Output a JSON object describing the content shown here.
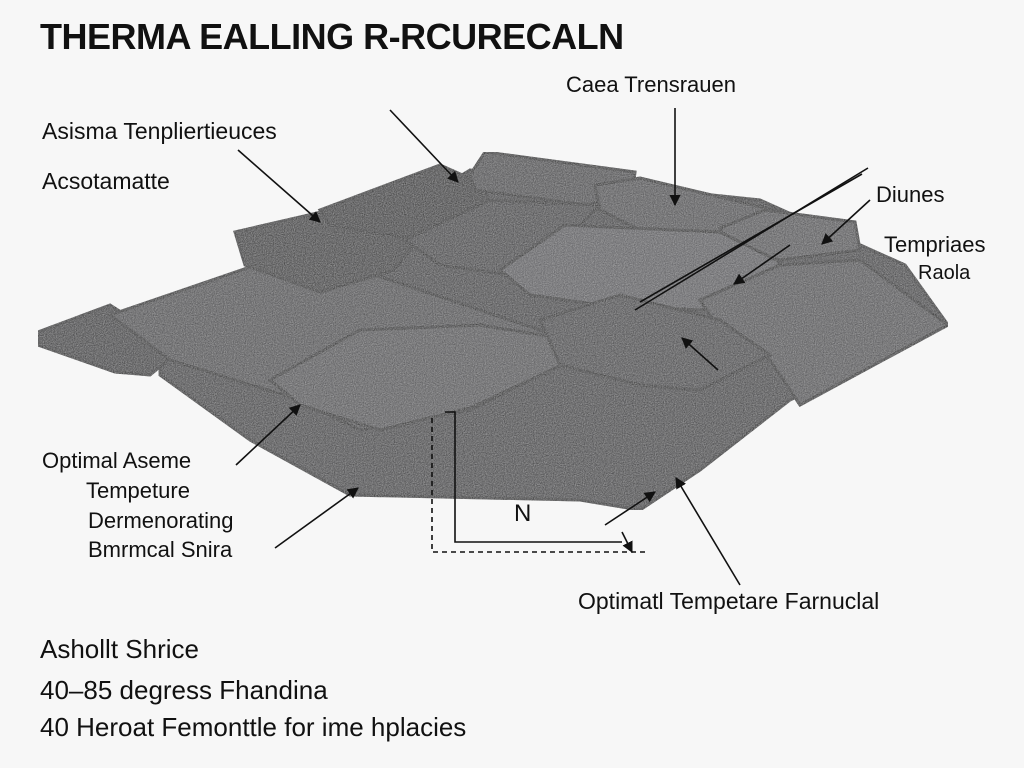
{
  "title": "THERMA EALLING R-RCURECALN",
  "labels": {
    "top_right": "Caea Trensrauen",
    "top_left_1": "Asisma Tenpliertieuces",
    "top_left_2": "Acsotamatte",
    "right_1": "Diunes",
    "right_2a": "Tempriaes",
    "right_2b": "Raola",
    "left_bottom_1": "Optimal Aseme",
    "left_bottom_2": "Tempeture",
    "left_bottom_3": "Dermenorating",
    "left_bottom_4": "Bmrmcal Snira",
    "bottom_center": "Optimatl Tempetare Farnuclal",
    "n_mark": "N"
  },
  "footer": {
    "line1": "Ashollt Shrice",
    "line2": "40–85  degress Fhandina",
    "line3": "40  Heroat Femonttle for ime hplacies"
  },
  "colors": {
    "shingle_dark": "#2e2e30",
    "shingle_mid": "#4a4a4d",
    "shingle_light": "#5d5d61",
    "edge": "#1a1a1b",
    "line": "#111111"
  }
}
